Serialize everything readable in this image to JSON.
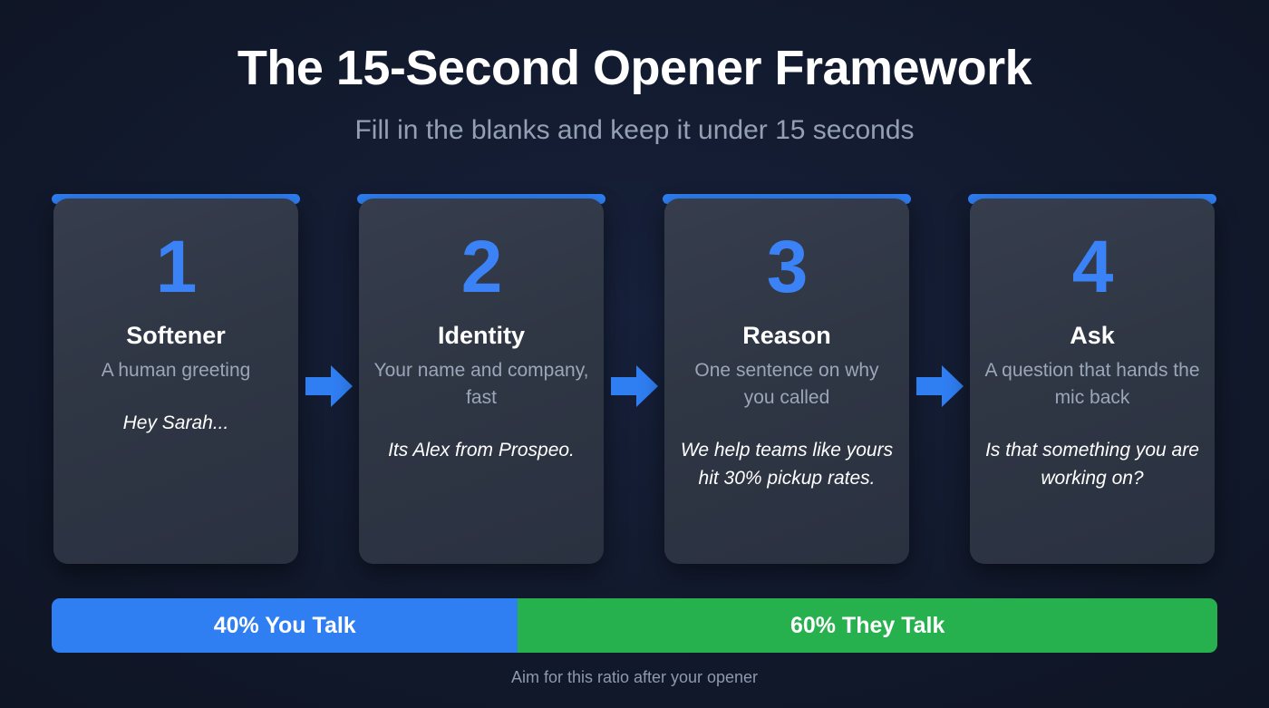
{
  "header": {
    "title": "The 15-Second Opener Framework",
    "subtitle": "Fill in the blanks and keep it under 15 seconds"
  },
  "colors": {
    "background": "#111a2e",
    "card": "#2f3644",
    "accent_blue": "#3b82f6",
    "bar_blue": "#2f7ef2",
    "bar_green": "#26b04e",
    "text_primary": "#ffffff",
    "text_muted": "#9ba6b8"
  },
  "steps": [
    {
      "number": "1",
      "title": "Softener",
      "description": "A human greeting",
      "example": "Hey Sarah..."
    },
    {
      "number": "2",
      "title": "Identity",
      "description": "Your name and company, fast",
      "example": "Its Alex from Prospeo."
    },
    {
      "number": "3",
      "title": "Reason",
      "description": "One sentence on why you called",
      "example": "We help teams like yours hit 30% pickup rates."
    },
    {
      "number": "4",
      "title": "Ask",
      "description": "A question that hands the mic back",
      "example": "Is that something you are working on?"
    }
  ],
  "arrows": [
    {
      "icon": "arrow-right-icon"
    },
    {
      "icon": "arrow-right-icon"
    },
    {
      "icon": "arrow-right-icon"
    }
  ],
  "ratio_bar": {
    "segments": [
      {
        "label": "40% You Talk",
        "percent": 40,
        "color": "#2f7ef2"
      },
      {
        "label": "60% They Talk",
        "percent": 60,
        "color": "#26b04e"
      }
    ]
  },
  "footnote": "Aim for this ratio after your opener"
}
